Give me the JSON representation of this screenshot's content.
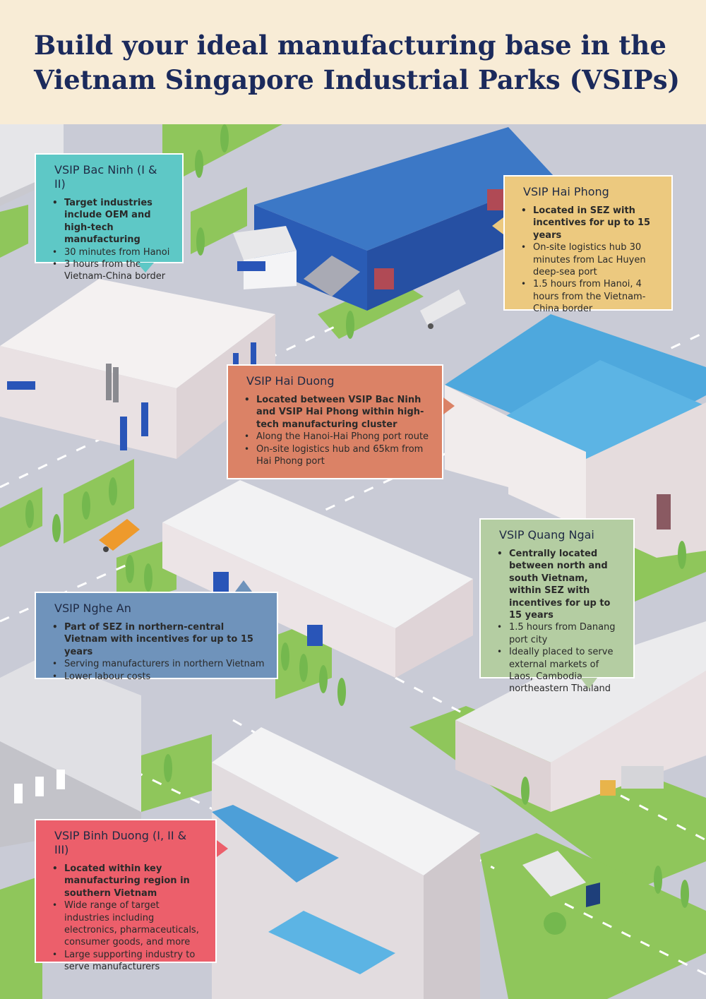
{
  "title": "Build your ideal manufacturing base in the Vietnam Singapore Industrial Parks (VSIPs)",
  "colors": {
    "header_bg": "#f8ecd6",
    "title": "#1b2a5c",
    "road": "#c9cbd6",
    "grass": "#8fc65b",
    "bac_ninh": "#5ec8c6",
    "hai_phong": "#ecc97f",
    "hai_duong": "#db8266",
    "quang_ngai": "#b4cda2",
    "nghe_an": "#6f93bb",
    "binh_duong": "#ec5f6b"
  },
  "parks": [
    {
      "name": "VSIP Bac Ninh (I & II)",
      "bold": [
        "Target industries include OEM and high-tech manufacturing"
      ],
      "items": [
        "30 minutes from Hanoi",
        "3 hours from the Vietnam-China border"
      ]
    },
    {
      "name": "VSIP Hai Phong",
      "bold": [
        "Located in SEZ with incentives for up to 15 years"
      ],
      "items": [
        "On-site logistics hub 30 minutes from Lac Huyen deep-sea port",
        "1.5 hours from Hanoi, 4 hours from the Vietnam-China border"
      ]
    },
    {
      "name": "VSIP Hai Duong",
      "bold": [
        "Located between VSIP Bac Ninh and VSIP Hai Phong within high-tech manufacturing cluster"
      ],
      "items": [
        "Along the Hanoi-Hai Phong port route",
        "On-site logistics hub and 65km from Hai Phong port"
      ]
    },
    {
      "name": "VSIP Quang Ngai",
      "bold": [
        "Centrally located between north and south Vietnam, within SEZ with incentives for up to 15 years"
      ],
      "items": [
        "1.5 hours from Danang port city",
        "Ideally placed to serve external markets of Laos, Cambodia, northeastern Thailand"
      ]
    },
    {
      "name": "VSIP Nghe An",
      "bold": [
        "Part of SEZ in northern-central Vietnam with incentives for up to 15 years"
      ],
      "items": [
        "Serving manufacturers in northern Vietnam",
        "Lower labour costs"
      ]
    },
    {
      "name": "VSIP Binh Duong (I, II & III)",
      "bold": [
        "Located within key manufacturing region in southern Vietnam"
      ],
      "items": [
        "Wide range of target industries including electronics, pharmaceuticals, consumer goods, and more",
        "Large supporting industry to serve manufacturers"
      ]
    }
  ]
}
